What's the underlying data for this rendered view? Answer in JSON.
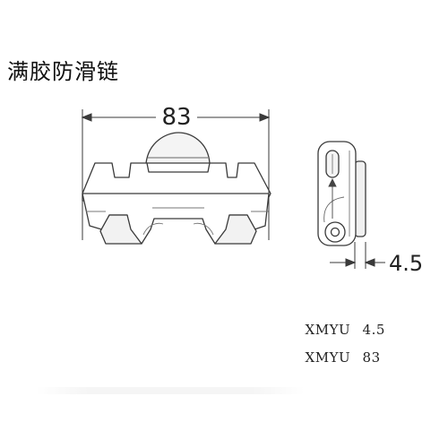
{
  "title": "满胶防滑链",
  "dimensions": {
    "width_label": "83",
    "thickness_label": "4.5"
  },
  "specs": [
    {
      "code": "XMYU",
      "value": "4.5"
    },
    {
      "code": "XMYU",
      "value": "83"
    }
  ],
  "colors": {
    "line": "#3a3a3a",
    "fill": "#ffffff",
    "shade": "#ebebeb"
  }
}
